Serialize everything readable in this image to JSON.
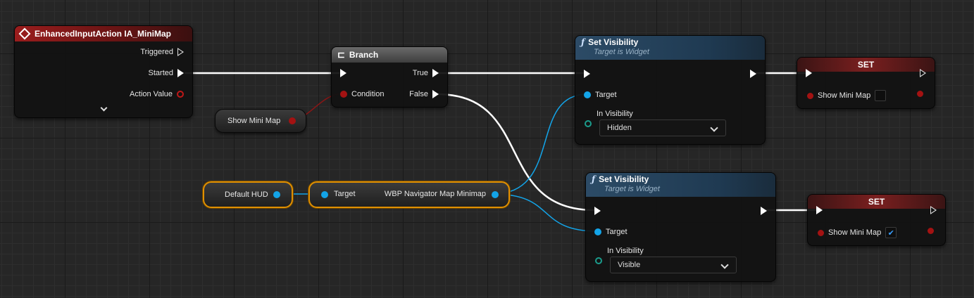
{
  "event_node": {
    "title": "EnhancedInputAction IA_MiniMap",
    "pins": {
      "triggered": "Triggered",
      "started": "Started",
      "action_value": "Action Value"
    },
    "expand_icon": "chevron-down-icon"
  },
  "branch_node": {
    "title": "Branch",
    "pins": {
      "true": "True",
      "false": "False",
      "condition": "Condition"
    }
  },
  "get_show_mini_map": {
    "label": "Show Mini Map"
  },
  "get_default_hud": {
    "label": "Default HUD"
  },
  "get_wbp_minimap": {
    "target_label": "Target",
    "output_label": "WBP Navigator Map Minimap"
  },
  "set_visibility_1": {
    "title": "Set Visibility",
    "subtitle": "Target is Widget",
    "target_label": "Target",
    "in_visibility_label": "In Visibility",
    "in_visibility_value": "Hidden"
  },
  "set_visibility_2": {
    "title": "Set Visibility",
    "subtitle": "Target is Widget",
    "target_label": "Target",
    "in_visibility_label": "In Visibility",
    "in_visibility_value": "Visible"
  },
  "set_node_1": {
    "title": "SET",
    "var_label": "Show Mini Map",
    "checked": false
  },
  "set_node_2": {
    "title": "SET",
    "var_label": "Show Mini Map",
    "checked": true
  },
  "colors": {
    "exec_wire": "#ffffff",
    "bool_wire": "#8c1515",
    "object_wire": "#13a4e8",
    "selection": "#e09000"
  }
}
